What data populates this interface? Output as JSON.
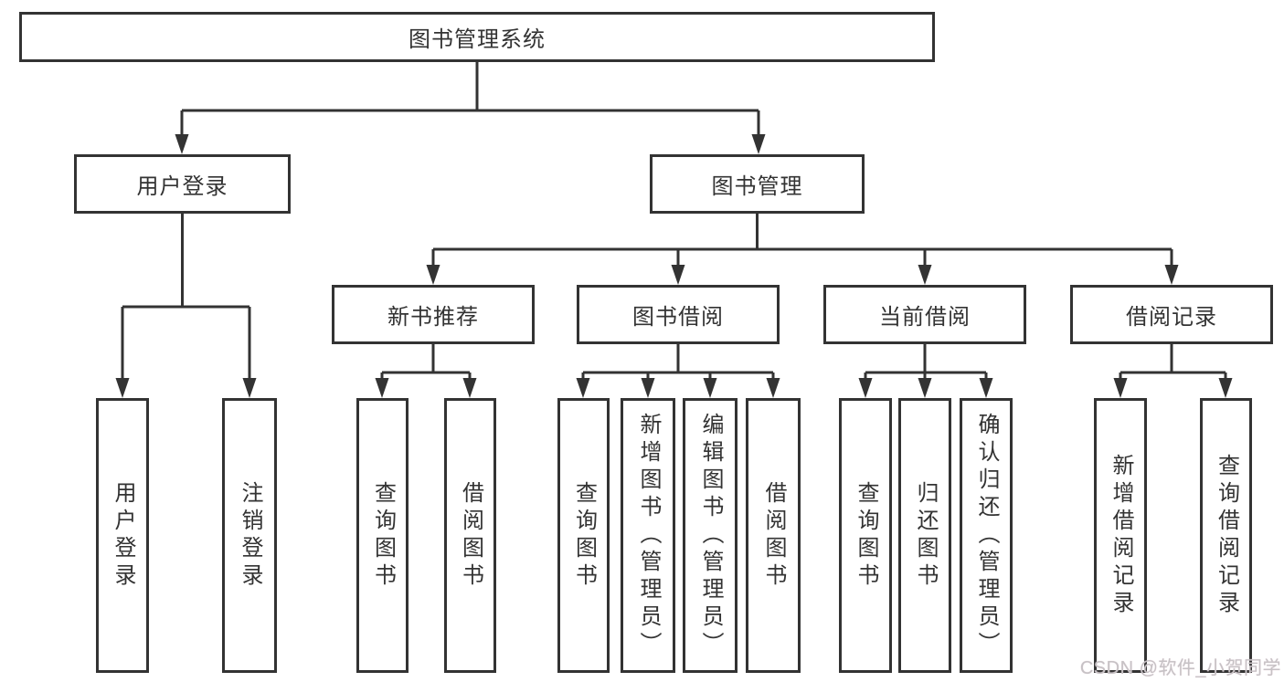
{
  "diagram": {
    "colors": {
      "line": "#333333",
      "box_border": "#333333",
      "text": "#333333",
      "background": "#ffffff",
      "watermark_text": "#c6c2c5"
    },
    "root": {
      "label": "图书管理系统",
      "children": [
        {
          "label": "用户登录",
          "children": [
            {
              "label": "用户登录"
            },
            {
              "label": "注销登录"
            }
          ]
        },
        {
          "label": "图书管理",
          "children": [
            {
              "label": "新书推荐",
              "children": [
                {
                  "label": "查询图书"
                },
                {
                  "label": "借阅图书"
                }
              ]
            },
            {
              "label": "图书借阅",
              "children": [
                {
                  "label": "查询图书"
                },
                {
                  "label": "新增图书（管理员）"
                },
                {
                  "label": "编辑图书（管理员）"
                },
                {
                  "label": "借阅图书"
                }
              ]
            },
            {
              "label": "当前借阅",
              "children": [
                {
                  "label": "查询图书"
                },
                {
                  "label": "归还图书"
                },
                {
                  "label": "确认归还（管理员）"
                }
              ]
            },
            {
              "label": "借阅记录",
              "children": [
                {
                  "label": "新增借阅记录"
                },
                {
                  "label": "查询借阅记录"
                }
              ]
            }
          ]
        }
      ]
    }
  },
  "watermark": {
    "text": "CSDN @软件_小贺同学"
  }
}
